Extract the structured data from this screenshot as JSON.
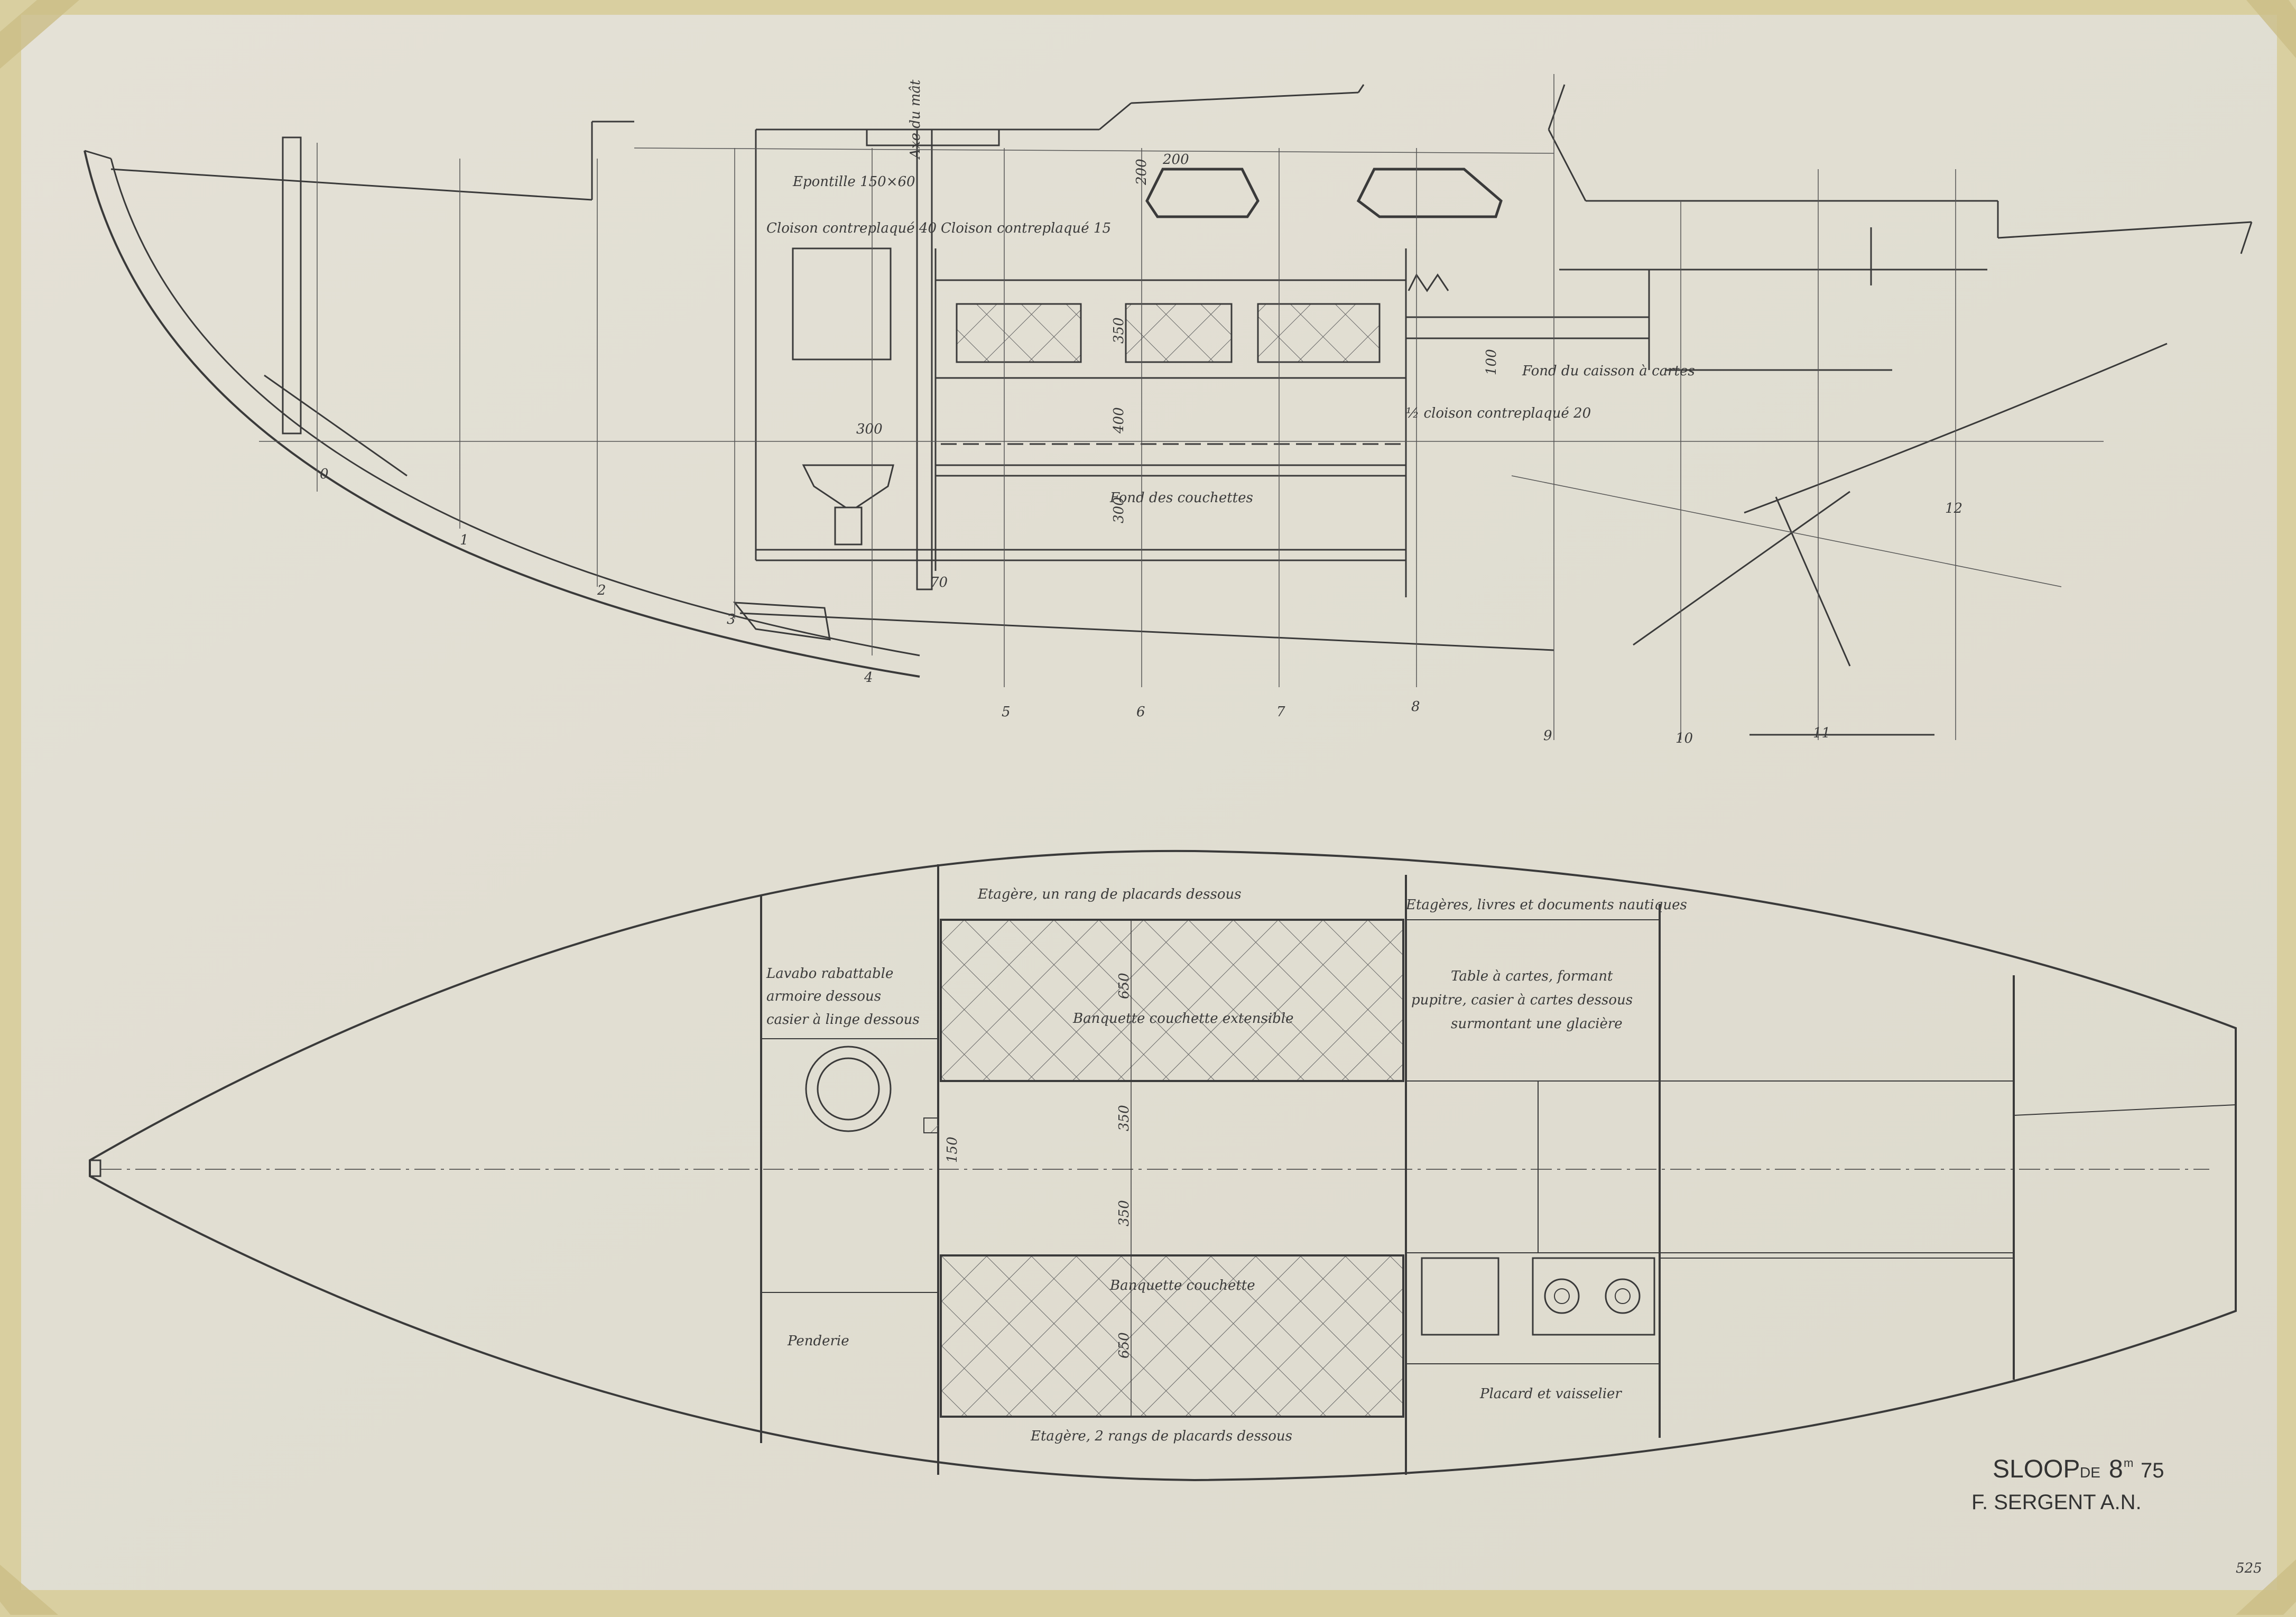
{
  "title": {
    "line1_main": "SLOOP",
    "line1_de": "DE",
    "line1_len": "8",
    "line1_unit": "m",
    "line1_dec": "75",
    "line2": "F. SERGENT  A.N."
  },
  "sheet_mark": "525",
  "station_numbers": [
    "0",
    "1",
    "2",
    "3",
    "4",
    "5",
    "6",
    "7",
    "8",
    "9",
    "10",
    "11",
    "12"
  ],
  "elevation": {
    "labels": {
      "axe_mat": "Axe du mât",
      "epontille": "Epontille 150×60",
      "cloison_40": "Cloison contreplaqué 40",
      "cloison_15": "Cloison contreplaqué 15",
      "fond_couchettes": "Fond des couchettes",
      "fond_cafier": "Fond du caisson à cartes",
      "cloison_20": "½ cloison contreplaqué 20"
    },
    "dims": {
      "d300a": "300",
      "d300b": "300",
      "d350": "350",
      "d400": "400",
      "d70": "70",
      "d200a": "200",
      "d200b": "200",
      "d100": "100"
    }
  },
  "plan": {
    "labels": {
      "etagere_top": "Etagère, un rang de placards dessous",
      "etageres_livres": "Etagères, livres et documents nautiques",
      "lavabo_1": "Lavabo rabattable",
      "lavabo_2": "armoire dessous",
      "lavabo_3": "casier à linge dessous",
      "banquette_top": "Banquette couchette extensible",
      "table_1": "Table à cartes, formant",
      "table_2": "pupitre, casier à cartes dessous",
      "table_3": "surmontant une glacière",
      "banquette_bottom": "Banquette couchette",
      "penderie": "Penderie",
      "placard": "Placard et vaisselier",
      "etagere_bottom": "Etagère, 2 rangs de placards dessous"
    },
    "dims": {
      "d650a": "650",
      "d350a": "350",
      "d350b": "350",
      "d650b": "650",
      "d150": "150"
    }
  }
}
